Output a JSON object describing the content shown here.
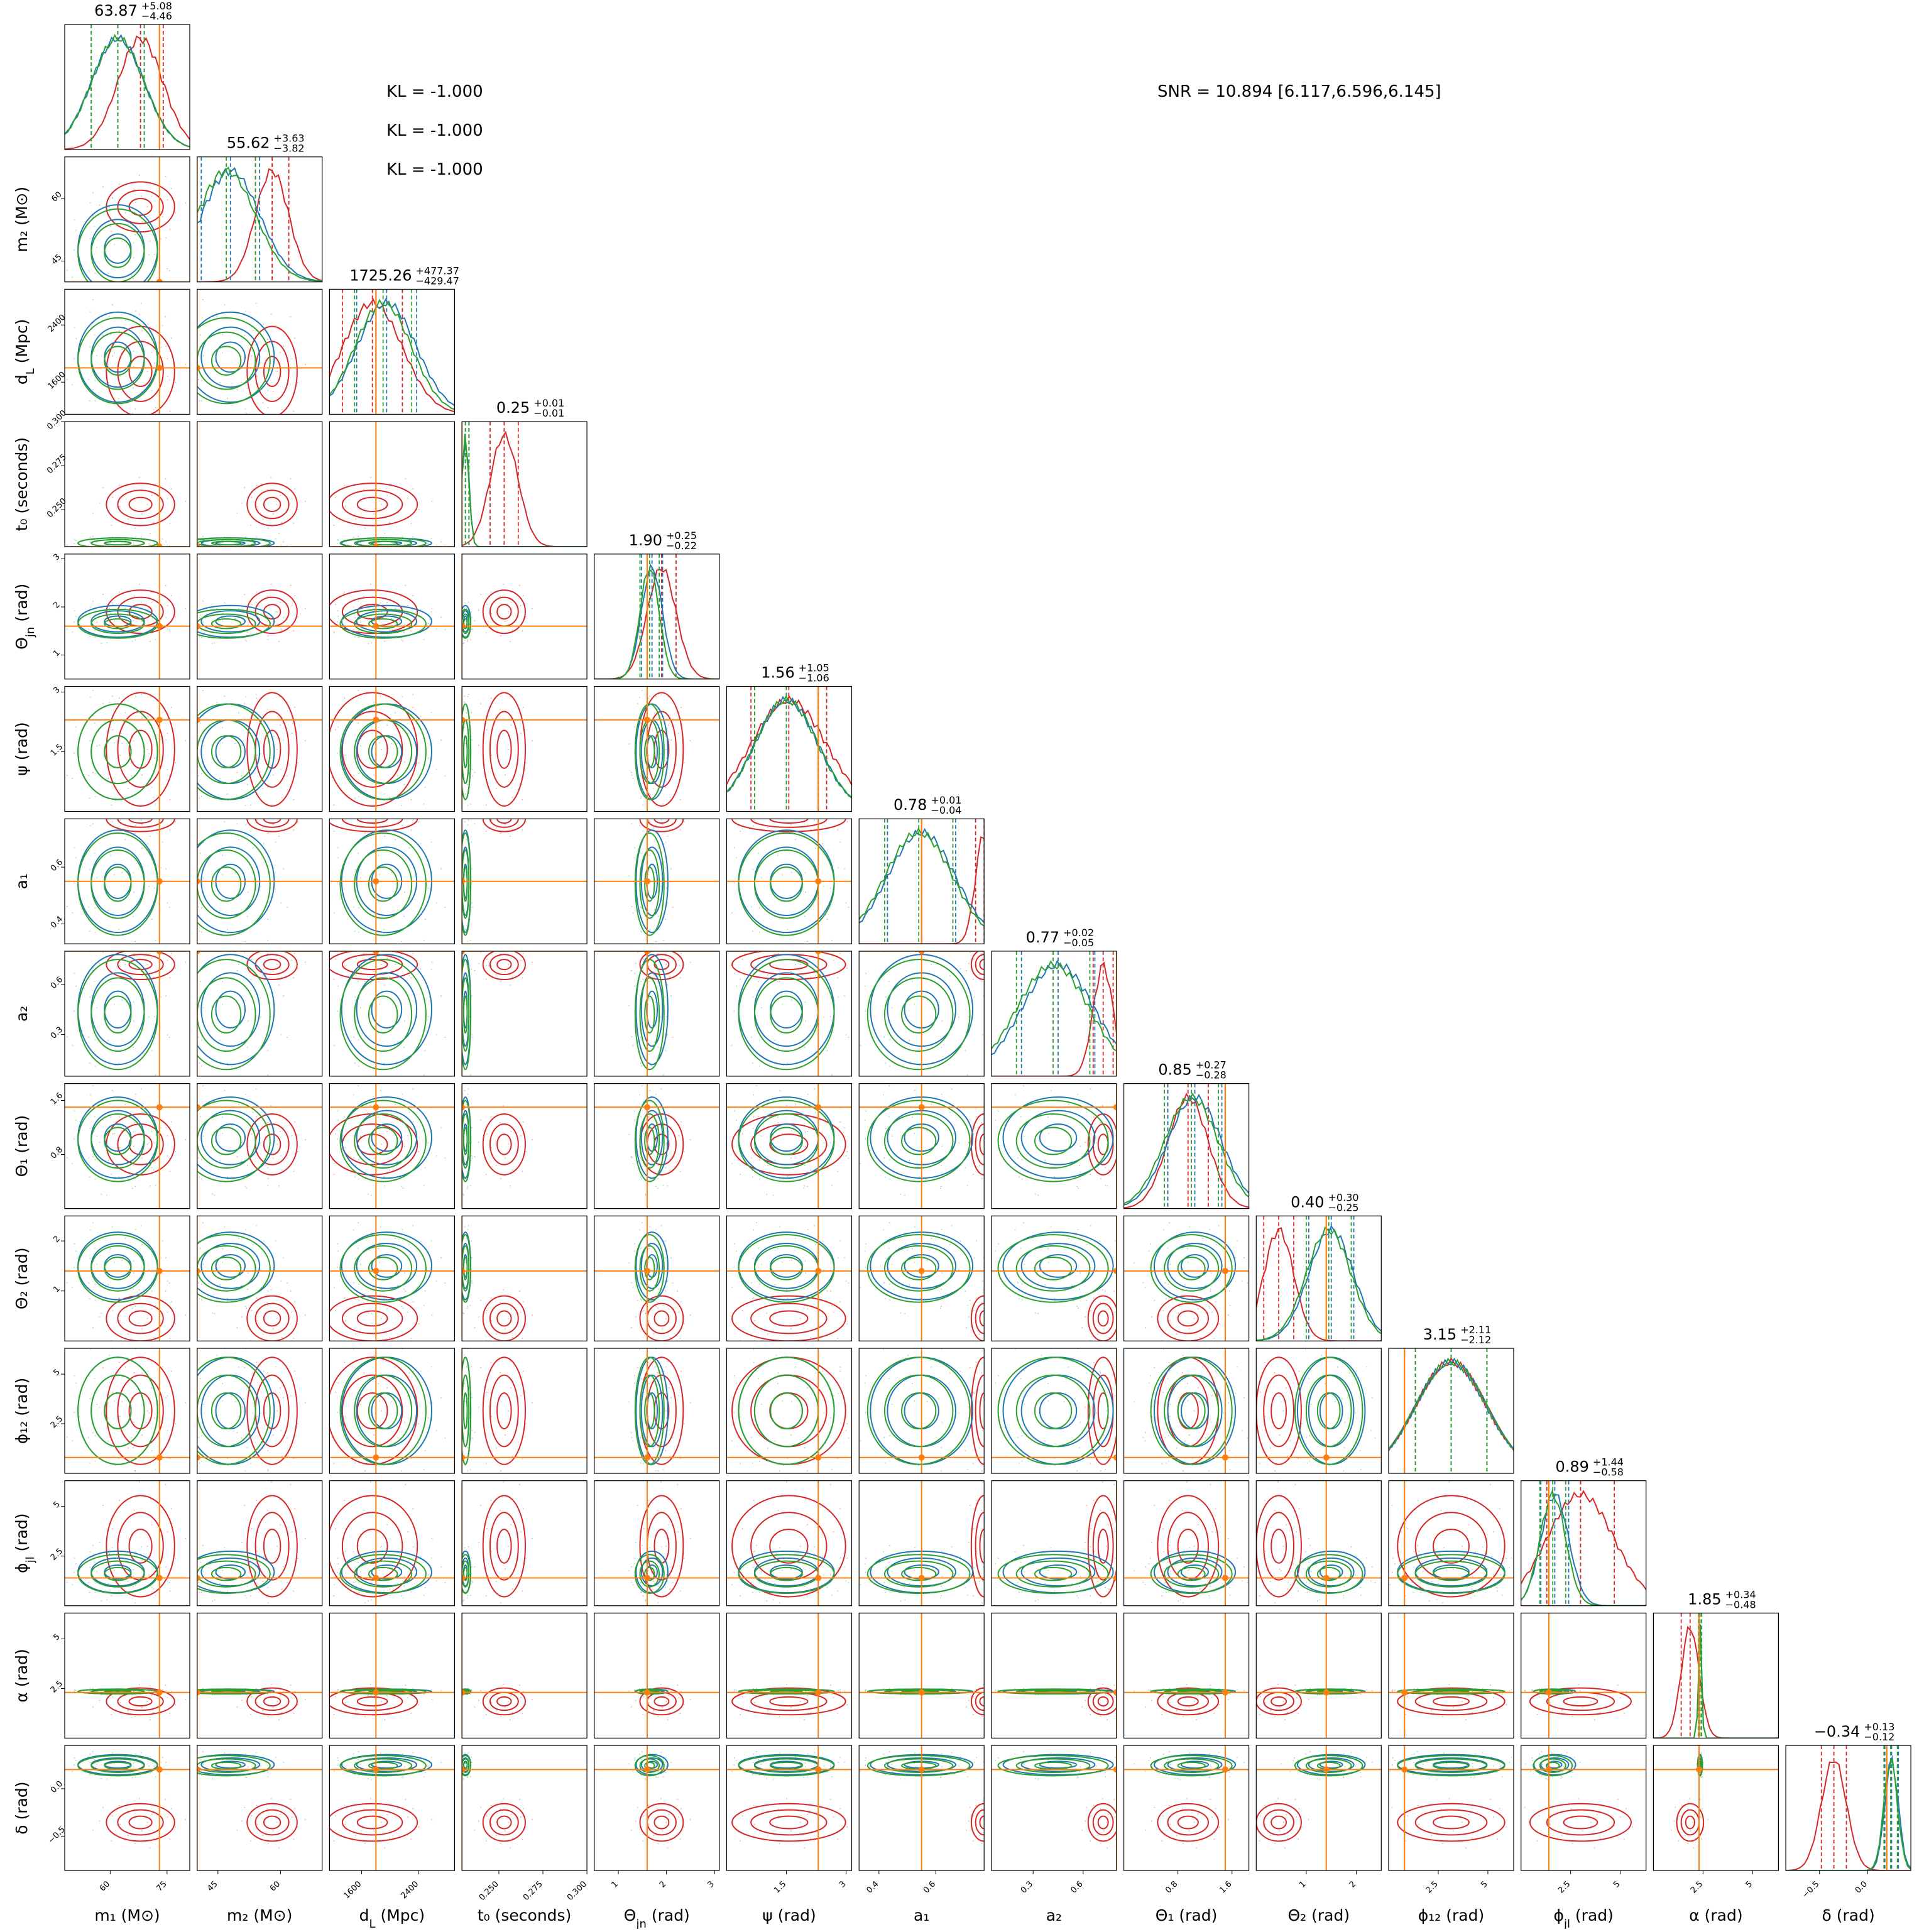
{
  "chart_data": {
    "type": "corner",
    "notes": {
      "kl": [
        "KL = -1.000",
        "KL = -1.000",
        "KL = -1.000"
      ],
      "snr": "SNR = 10.894 [6.117,6.596,6.145]"
    },
    "colors": {
      "series_red": "#d62728",
      "series_blue": "#1f77b4",
      "series_green": "#2ca02c",
      "truth": "#ff7f0e"
    },
    "parameters": [
      {
        "label": "m₁ (M⊙)",
        "range": [
          48,
          81
        ],
        "ticks": [
          60,
          75
        ],
        "truth": 73,
        "title": "63.87",
        "err_up": "+5.08",
        "err_down": "−4.46"
      },
      {
        "label": "m₂ (M⊙)",
        "range": [
          40,
          70
        ],
        "ticks": [
          45,
          60
        ],
        "truth": 40,
        "title": "55.62",
        "err_up": "+3.63",
        "err_down": "−3.82"
      },
      {
        "label": "d_L (Mpc)",
        "range": [
          1150,
          2900
        ],
        "ticks": [
          1600,
          2400
        ],
        "truth": 1800,
        "title": "1725.26",
        "err_up": "+477.37",
        "err_down": "−429.47"
      },
      {
        "label": "t₀ (seconds)",
        "range": [
          0.229,
          0.3
        ],
        "ticks": [
          0.25,
          0.275,
          0.3
        ],
        "tick_labels": [
          "0.250",
          "0.275",
          "0.300"
        ],
        "truth": 0.229,
        "title": "0.25",
        "err_up": "+0.01",
        "err_down": "−0.01"
      },
      {
        "label": "Θ_jn (rad)",
        "range": [
          0.5,
          3.1
        ],
        "ticks": [
          1,
          2,
          3
        ],
        "truth": 1.6,
        "title": "1.90",
        "err_up": "+0.25",
        "err_down": "−0.22"
      },
      {
        "label": "ψ (rad)",
        "range": [
          0,
          3.14
        ],
        "ticks": [
          1.5,
          3.0
        ],
        "truth": 2.3,
        "title": "1.56",
        "err_up": "+1.05",
        "err_down": "−1.06"
      },
      {
        "label": "a₁",
        "range": [
          0.33,
          0.77
        ],
        "ticks": [
          0.4,
          0.6
        ],
        "truth": 0.55,
        "title": "0.78",
        "err_up": "+0.01",
        "err_down": "−0.04"
      },
      {
        "label": "a₂",
        "range": [
          0.05,
          0.8
        ],
        "ticks": [
          0.3,
          0.6
        ],
        "truth": 0.8,
        "title": "0.77",
        "err_up": "+0.02",
        "err_down": "−0.05"
      },
      {
        "label": "Θ₁ (rad)",
        "range": [
          0,
          1.85
        ],
        "ticks": [
          0.8,
          1.6
        ],
        "truth": 1.5,
        "title": "0.85",
        "err_up": "+0.27",
        "err_down": "−0.28"
      },
      {
        "label": "Θ₂ (rad)",
        "range": [
          0,
          2.5
        ],
        "ticks": [
          1,
          2
        ],
        "truth": 1.4,
        "title": "0.40",
        "err_up": "+0.30",
        "err_down": "−0.25"
      },
      {
        "label": "ϕ₁₂ (rad)",
        "range": [
          0,
          6.3
        ],
        "ticks": [
          2.5,
          5.0
        ],
        "truth": 0.8,
        "title": "3.15",
        "err_up": "+2.11",
        "err_down": "−2.12"
      },
      {
        "label": "ϕ_jl (rad)",
        "range": [
          0,
          6.3
        ],
        "ticks": [
          2.5,
          5.0
        ],
        "truth": 1.4,
        "title": "0.89",
        "err_up": "+1.44",
        "err_down": "−0.58"
      },
      {
        "label": "α (rad)",
        "range": [
          0,
          6.3
        ],
        "ticks": [
          2.5,
          5.0
        ],
        "truth": 2.3,
        "title": "1.85",
        "err_up": "+0.34",
        "err_down": "−0.48"
      },
      {
        "label": "δ (rad)",
        "range": [
          -0.85,
          0.45
        ],
        "ticks": [
          -0.5,
          0.0
        ],
        "tick_labels": [
          "−0.5",
          "0.0"
        ],
        "truth": 0.2,
        "title": "−0.34",
        "err_up": "+0.13",
        "err_down": "−0.12"
      }
    ],
    "series": [
      {
        "color": "#d62728",
        "mean": [
          68,
          58,
          1750,
          0.253,
          1.9,
          1.56,
          0.77,
          0.72,
          0.95,
          0.45,
          3.15,
          3.0,
          1.85,
          -0.35
        ],
        "sigma": [
          6,
          4,
          420,
          0.008,
          0.3,
          0.95,
          0.03,
          0.06,
          0.3,
          0.3,
          1.8,
          1.7,
          0.45,
          0.13
        ]
      },
      {
        "color": "#1f77b4",
        "mean": [
          62,
          48,
          1950,
          0.231,
          1.7,
          1.5,
          0.55,
          0.45,
          1.05,
          1.5,
          3.15,
          1.7,
          2.35,
          0.25
        ],
        "sigma": [
          7,
          7,
          420,
          0.002,
          0.22,
          0.8,
          0.12,
          0.22,
          0.4,
          0.45,
          1.8,
          0.7,
          0.08,
          0.07
        ]
      },
      {
        "color": "#2ca02c",
        "mean": [
          62,
          47,
          1900,
          0.231,
          1.65,
          1.5,
          0.54,
          0.42,
          1.0,
          1.45,
          3.15,
          1.6,
          2.35,
          0.24
        ],
        "sigma": [
          7,
          7,
          400,
          0.002,
          0.2,
          0.8,
          0.12,
          0.22,
          0.4,
          0.45,
          1.8,
          0.65,
          0.08,
          0.07
        ]
      }
    ]
  }
}
